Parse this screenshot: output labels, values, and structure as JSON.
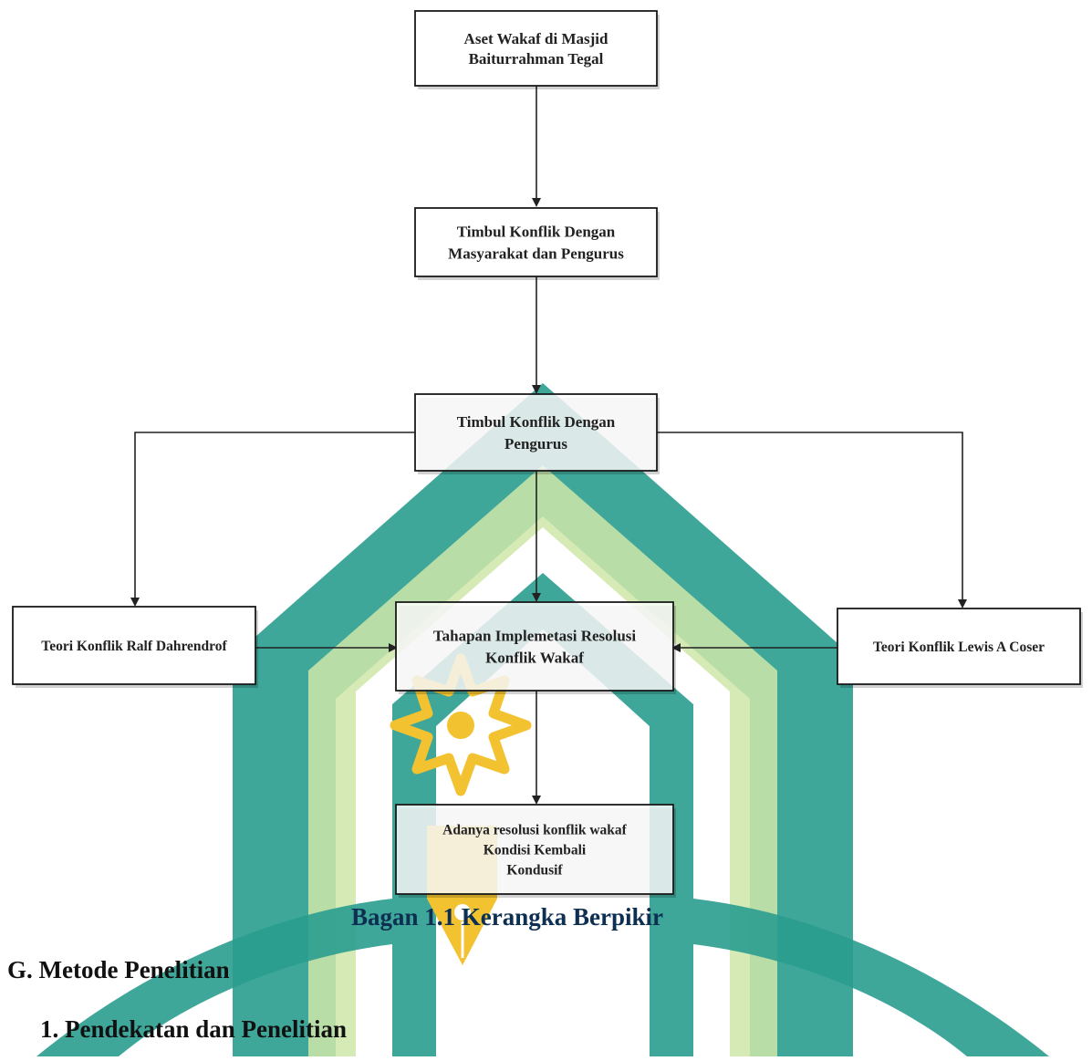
{
  "colors": {
    "watermark_teal": "#2a9d8f",
    "watermark_green": "#cfe6a8",
    "watermark_gold": "#f2c230",
    "box_border": "#1a1a1a",
    "caption": "#0d2f52"
  },
  "diagram": {
    "boxes": [
      {
        "id": "aset",
        "lines": [
          "Aset Wakaf di Masjid",
          "Baiturrahman Tegal"
        ]
      },
      {
        "id": "timbul1",
        "lines": [
          "Timbul Konflik Dengan",
          "Masyarakat dan Pengurus"
        ]
      },
      {
        "id": "timbul2",
        "lines": [
          "Timbul Konflik Dengan",
          "Pengurus"
        ]
      },
      {
        "id": "ralf",
        "lines": [
          "Teori Konflik Ralf Dahrendrof"
        ]
      },
      {
        "id": "tahapan",
        "lines": [
          "Tahapan Implemetasi Resolusi",
          "Konflik Wakaf"
        ]
      },
      {
        "id": "lewis",
        "lines": [
          "Teori Konflik Lewis A Coser"
        ]
      },
      {
        "id": "adanya",
        "lines": [
          "Adanya resolusi konflik wakaf",
          "Kondisi Kembali",
          "Kondusif"
        ]
      }
    ]
  },
  "caption": "Bagan 1.1 Kerangka Berpikir",
  "section_heading": "G. Metode Penelitian",
  "subsection_heading": "1. Pendekatan dan Penelitian"
}
